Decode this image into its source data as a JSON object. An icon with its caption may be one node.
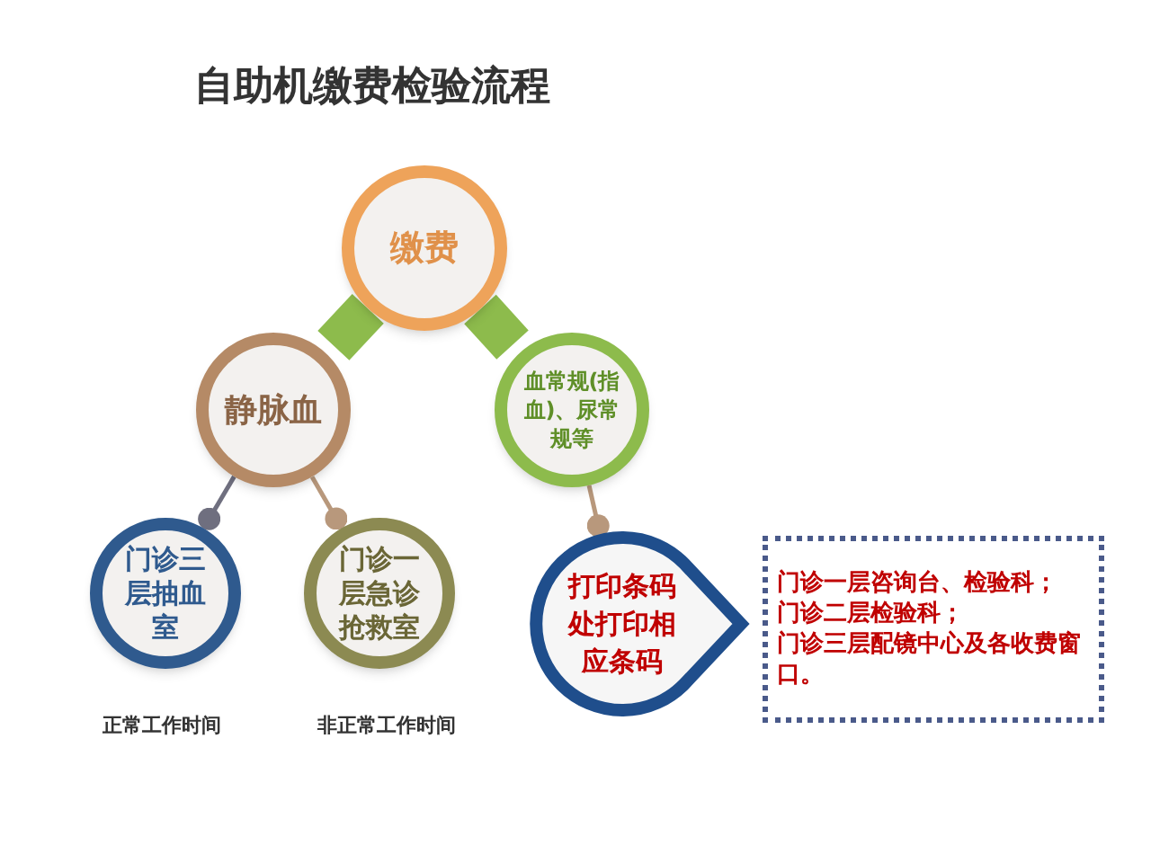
{
  "diagram": {
    "title": "自助机缴费检验流程",
    "nodes": [
      {
        "text": [
          "缴费"
        ]
      },
      {
        "text": [
          "静脉血"
        ]
      },
      {
        "text": [
          "血常规(指血)、尿常规等"
        ]
      },
      {
        "text": [
          "门诊三层抽血室"
        ],
        "beside": [
          "正常工作时间"
        ]
      },
      {
        "text": [
          "门诊一层急诊抢救室"
        ],
        "beside": [
          "非正常工作时间"
        ]
      },
      {
        "text": [
          "打印条码处打印相应条码"
        ]
      },
      {
        "text": [
          "门诊一层咨询台、检验科；",
          "门诊二层检验科；",
          "门诊三层配镜中心及各收费窗口。"
        ]
      }
    ],
    "edges": [
      {
        "from": 0,
        "to": 1,
        "arrow": "none",
        "style": "thick",
        "color": "#8dbb4c"
      },
      {
        "from": 0,
        "to": 2,
        "arrow": "none",
        "style": "thick",
        "color": "#8dbb4c"
      },
      {
        "from": 1,
        "to": 3,
        "arrow": "other",
        "color": "#6f6f7f"
      },
      {
        "from": 1,
        "to": 4,
        "arrow": "other"
      },
      {
        "from": 2,
        "to": 5,
        "arrow": "other"
      }
    ]
  }
}
